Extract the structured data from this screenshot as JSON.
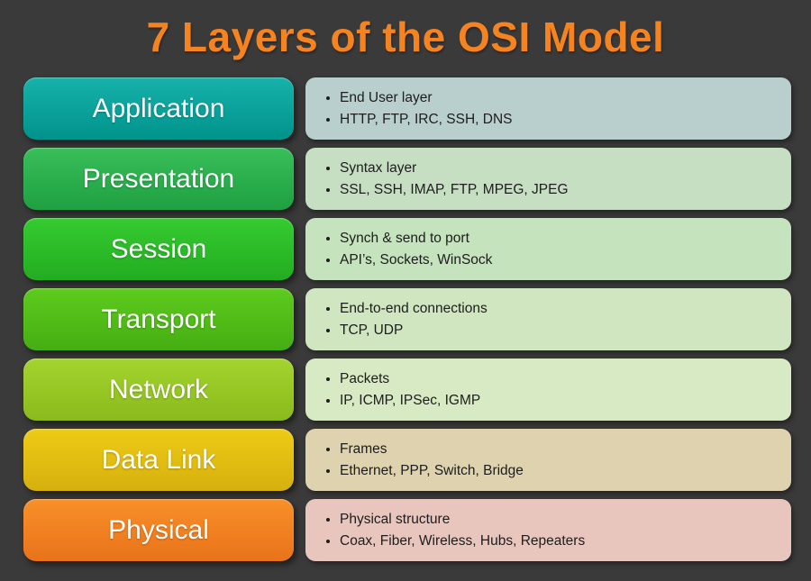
{
  "title": "7 Layers of the OSI Model",
  "title_color": "#f5831f",
  "background_color": "#3a3a3a",
  "layers": [
    {
      "name": "Application",
      "label_color_top": "#17b2aa",
      "label_color_bottom": "#00938c",
      "panel_color": "#b9cfce",
      "bullets": [
        "End User layer",
        "HTTP, FTP, IRC, SSH, DNS"
      ]
    },
    {
      "name": "Presentation",
      "label_color_top": "#38bf59",
      "label_color_bottom": "#1fa042",
      "panel_color": "#c6dfc3",
      "bullets": [
        "Syntax layer",
        "SSL, SSH, IMAP, FTP, MPEG, JPEG"
      ]
    },
    {
      "name": "Session",
      "label_color_top": "#36cb31",
      "label_color_bottom": "#22ad20",
      "panel_color": "#c5e3bc",
      "bullets": [
        "Synch & send to port",
        "API’s, Sockets, WinSock"
      ]
    },
    {
      "name": "Transport",
      "label_color_top": "#5ecb1e",
      "label_color_bottom": "#45ae12",
      "panel_color": "#cfe6c0",
      "bullets": [
        "End-to-end connections",
        "TCP, UDP"
      ]
    },
    {
      "name": "Network",
      "label_color_top": "#a3d42e",
      "label_color_bottom": "#8aba1c",
      "panel_color": "#d8eac3",
      "bullets": [
        "Packets",
        "IP, ICMP, IPSec, IGMP"
      ]
    },
    {
      "name": "Data Link",
      "label_color_top": "#eecb16",
      "label_color_bottom": "#d6b00e",
      "panel_color": "#dfd2ae",
      "bullets": [
        "Frames",
        "Ethernet, PPP, Switch, Bridge"
      ]
    },
    {
      "name": "Physical",
      "label_color_top": "#f89028",
      "label_color_bottom": "#e9731b",
      "panel_color": "#e9c6bd",
      "bullets": [
        "Physical structure",
        "Coax, Fiber, Wireless, Hubs, Repeaters"
      ]
    }
  ]
}
